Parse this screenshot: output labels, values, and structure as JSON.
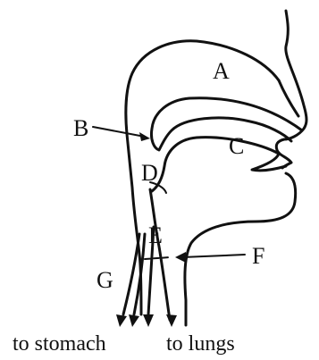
{
  "labels": {
    "a": "A",
    "b": "B",
    "c": "C",
    "d": "D",
    "e": "E",
    "f": "F",
    "g": "G"
  },
  "captions": {
    "stomach": "to stomach",
    "lungs": "to lungs"
  }
}
